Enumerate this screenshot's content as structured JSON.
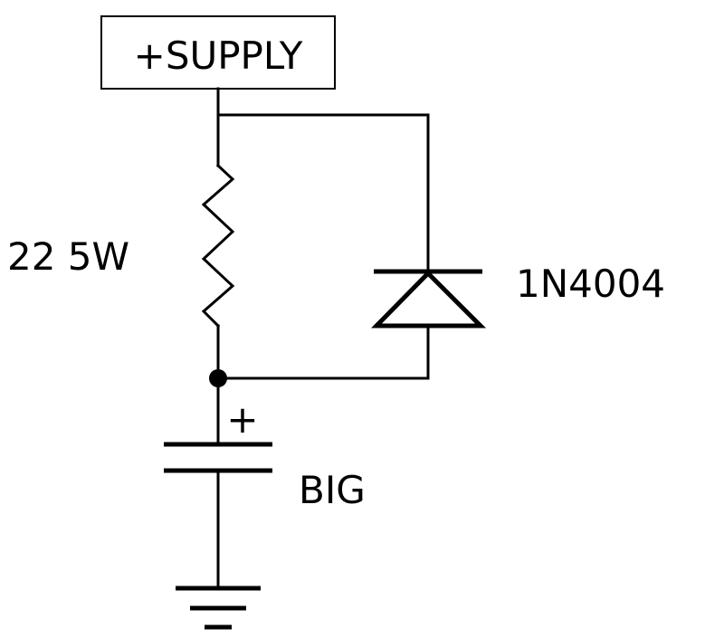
{
  "supply": {
    "label": "+SUPPLY"
  },
  "resistor": {
    "label": "22 5W"
  },
  "diode": {
    "label": "1N4004"
  },
  "capacitor": {
    "polarity": "+",
    "label": "BIG"
  },
  "colors": {
    "line": "#000000",
    "background": "#ffffff"
  }
}
